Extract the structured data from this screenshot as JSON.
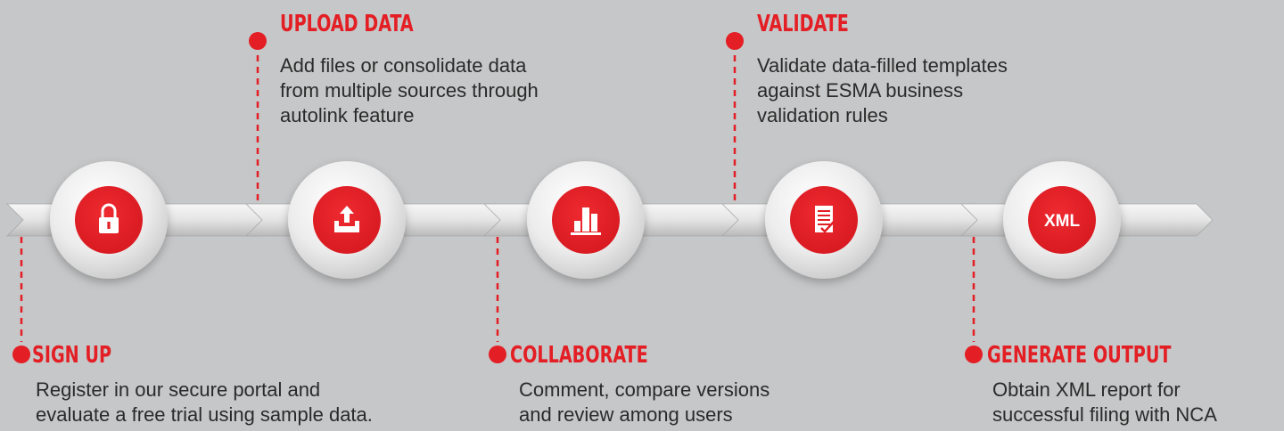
{
  "steps": [
    {
      "id": "sign-up",
      "title": "SIGN UP",
      "description": "Register in our secure portal and\nevaluate a free trial using sample data.",
      "icon": "padlock-icon"
    },
    {
      "id": "upload-data",
      "title": "UPLOAD DATA",
      "description": "Add files or consolidate data\nfrom multiple sources through\nautolink feature",
      "icon": "upload-tray-icon"
    },
    {
      "id": "collaborate",
      "title": "COLLABORATE",
      "description": "Comment, compare versions\nand review among users",
      "icon": "bar-chart-icon"
    },
    {
      "id": "validate",
      "title": "VALIDATE",
      "description": "Validate data-filled templates\nagainst ESMA business\nvalidation rules",
      "icon": "checked-document-icon"
    },
    {
      "id": "generate-output",
      "title": "GENERATE OUTPUT",
      "description": "Obtain XML report for\nsuccessful filing with NCA",
      "icon": "xml-icon",
      "icon_text": "XML"
    }
  ],
  "colors": {
    "accent": "#e31e24",
    "background": "#c6c7c8",
    "text": "#2a2a2a"
  }
}
